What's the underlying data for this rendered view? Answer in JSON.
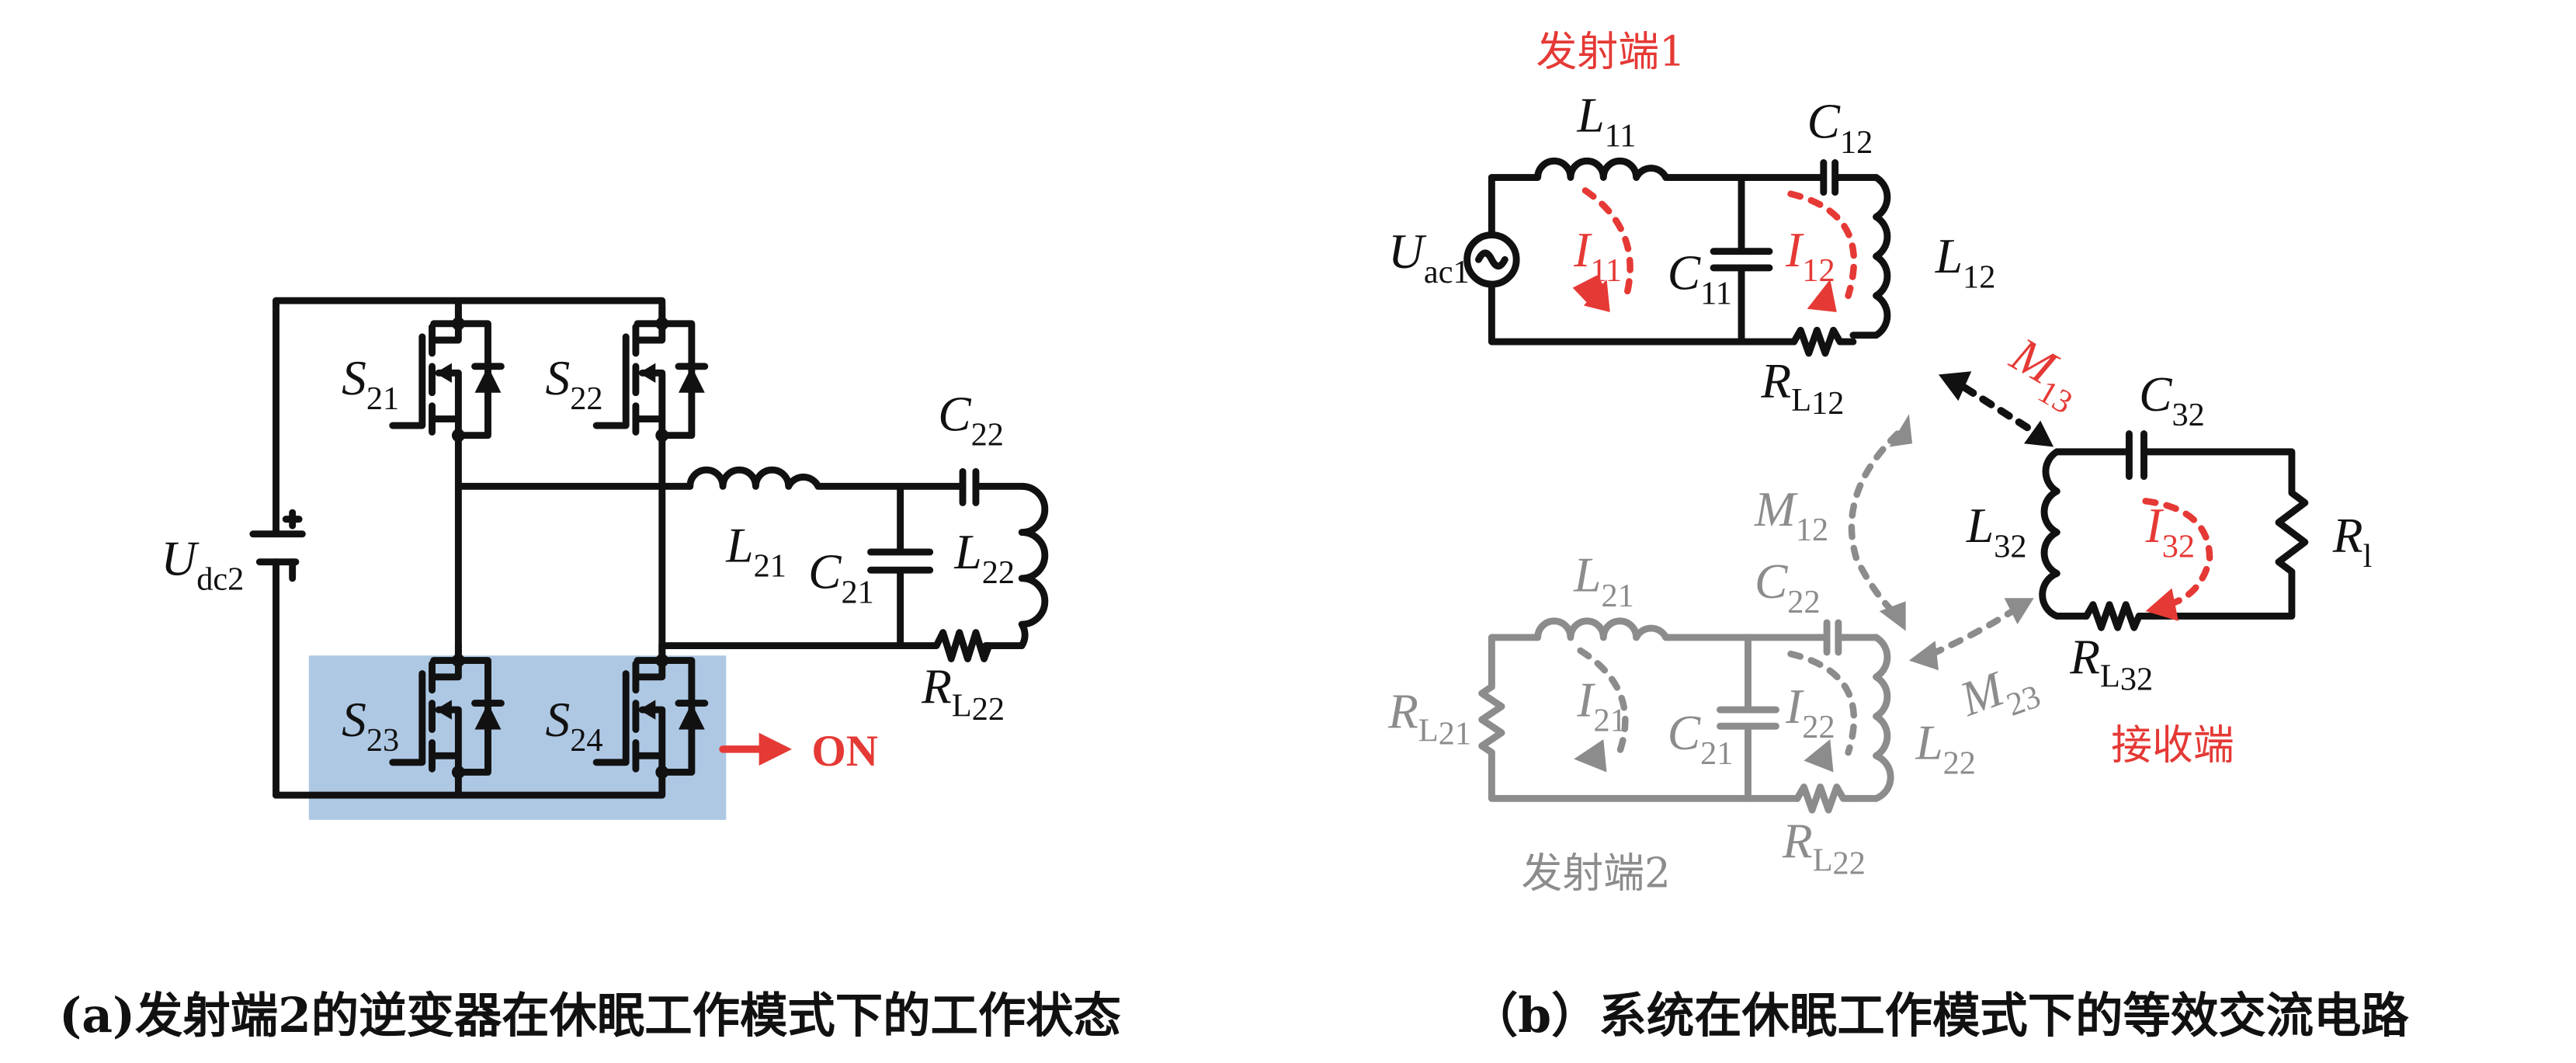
{
  "colors": {
    "wire": "#111111",
    "inactive": "#8c8c8c",
    "accent": "#e53935",
    "highlight": "#aec8e4"
  },
  "panel_a": {
    "caption": "(a)发射端2的逆变器在休眠工作模式下的工作状态",
    "source": {
      "main": "U",
      "sub": "dc2"
    },
    "switches": [
      {
        "main": "S",
        "sub": "21"
      },
      {
        "main": "S",
        "sub": "22"
      },
      {
        "main": "S",
        "sub": "23"
      },
      {
        "main": "S",
        "sub": "24"
      }
    ],
    "components": {
      "L21": {
        "main": "L",
        "sub": "21"
      },
      "C21": {
        "main": "C",
        "sub": "21"
      },
      "C22": {
        "main": "C",
        "sub": "22"
      },
      "L22": {
        "main": "L",
        "sub": "22"
      },
      "RL22": {
        "main": "R",
        "sub": "L",
        "subsub": "22"
      }
    },
    "on_label": "ON"
  },
  "panel_b": {
    "caption": "（b）系统在休眠工作模式下的等效交流电路",
    "tx1": {
      "title": "发射端1",
      "source": {
        "main": "U",
        "sub": "ac1"
      },
      "L11": {
        "main": "L",
        "sub": "11"
      },
      "C12": {
        "main": "C",
        "sub": "12"
      },
      "C11": {
        "main": "C",
        "sub": "11"
      },
      "L12": {
        "main": "L",
        "sub": "12"
      },
      "RL12": {
        "main": "R",
        "sub": "L",
        "subsub": "12"
      },
      "I11": {
        "main": "I",
        "sub": "11"
      },
      "I12": {
        "main": "I",
        "sub": "12"
      }
    },
    "tx2": {
      "title": "发射端2",
      "L21": {
        "main": "L",
        "sub": "21"
      },
      "C22": {
        "main": "C",
        "sub": "22"
      },
      "C21": {
        "main": "C",
        "sub": "21"
      },
      "L22": {
        "main": "L",
        "sub": "22"
      },
      "RL21": {
        "main": "R",
        "sub": "L",
        "subsub": "21"
      },
      "RL22": {
        "main": "R",
        "sub": "L",
        "subsub": "22"
      },
      "I21": {
        "main": "I",
        "sub": "21"
      },
      "I22": {
        "main": "I",
        "sub": "22"
      }
    },
    "rx": {
      "title": "接收端",
      "C32": {
        "main": "C",
        "sub": "32"
      },
      "L32": {
        "main": "L",
        "sub": "32"
      },
      "Rl": {
        "main": "R",
        "sub": "l"
      },
      "RL32": {
        "main": "R",
        "sub": "L",
        "subsub": "32"
      },
      "I32": {
        "main": "I",
        "sub": "32"
      }
    },
    "mutual": {
      "M12": {
        "main": "M",
        "sub": "12"
      },
      "M13": {
        "main": "M",
        "sub": "13"
      },
      "M23": {
        "main": "M",
        "sub": "23"
      }
    }
  }
}
